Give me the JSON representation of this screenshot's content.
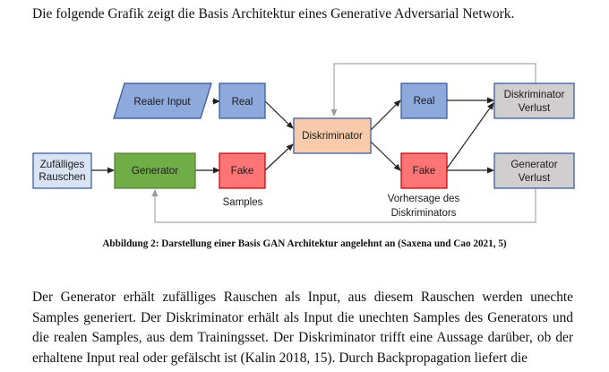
{
  "intro_text": "Die folgende Grafik zeigt die Basis Architektur eines Generative Adversarial Network.",
  "diagram": {
    "real_input": "Realer Input",
    "real_top": "Real",
    "noise_line1": "Zufälliges",
    "noise_line2": "Rauschen",
    "generator": "Generator",
    "fake_left": "Fake",
    "samples_label": "Samples",
    "discriminator": "Diskriminator",
    "real_right": "Real",
    "fake_right": "Fake",
    "prediction_line1": "Vorhersage des",
    "prediction_line2": "Diskriminators",
    "disc_loss_line1": "Diskriminator",
    "disc_loss_line2": "Verlust",
    "gen_loss_line1": "Generator",
    "gen_loss_line2": "Verlust",
    "colors": {
      "blue": "#8EA9DB",
      "green": "#70AD47",
      "red": "#FF7575",
      "peach": "#F8CBAD",
      "gray": "#D0CECE",
      "light_blue": "#DAE3F3",
      "stroke": "#2F5597"
    }
  },
  "caption": "Abbildung 2: Darstellung einer Basis GAN Architektur angelehnt an (Saxena und Cao 2021, 5)",
  "body_text": "Der Generator erhält zufälliges Rauschen als Input, aus diesem Rauschen werden unechte Samples generiert. Der Diskriminator erhält als Input die unechten Samples des Generators und die realen Samples, aus dem Trainingsset. Der Diskriminator trifft eine Aussage darüber, ob der erhaltene Input real oder gefälscht ist (Kalin 2018, 15). Durch Backpropagation liefert die"
}
